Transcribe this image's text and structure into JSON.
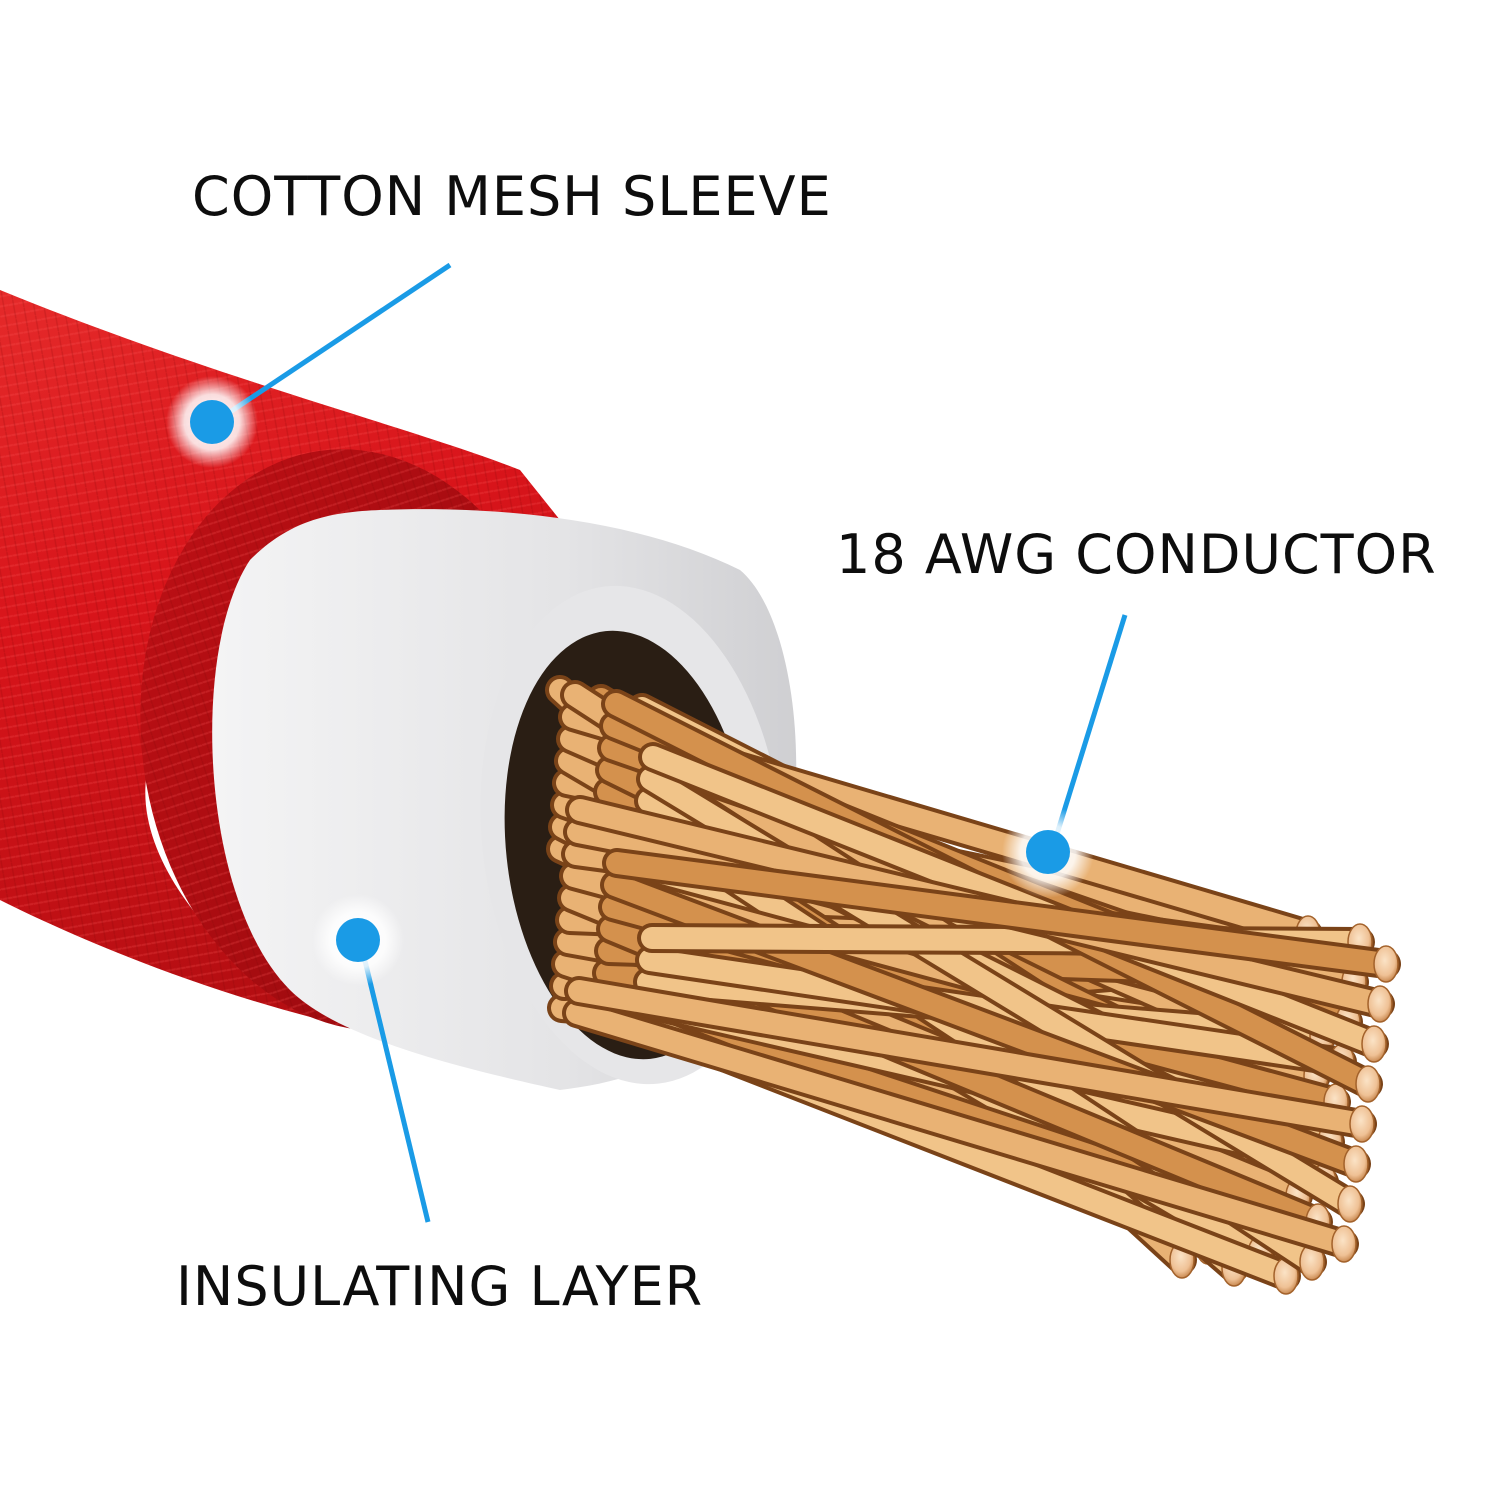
{
  "labels": {
    "sleeve": "COTTON MESH SLEEVE",
    "conductor": "18 AWG CONDUCTOR",
    "insulating": "INSULATING LAYER"
  },
  "colors": {
    "sleeve_red": "#d8141a",
    "sleeve_dark": "#a10b10",
    "insulation_grey": "#e2e2e4",
    "copper": "#d99a55",
    "copper_light": "#f6d29e",
    "callout_blue": "#1a9be6",
    "text": "#0d0d0d"
  },
  "icons": [
    "callout-dot-icon"
  ]
}
